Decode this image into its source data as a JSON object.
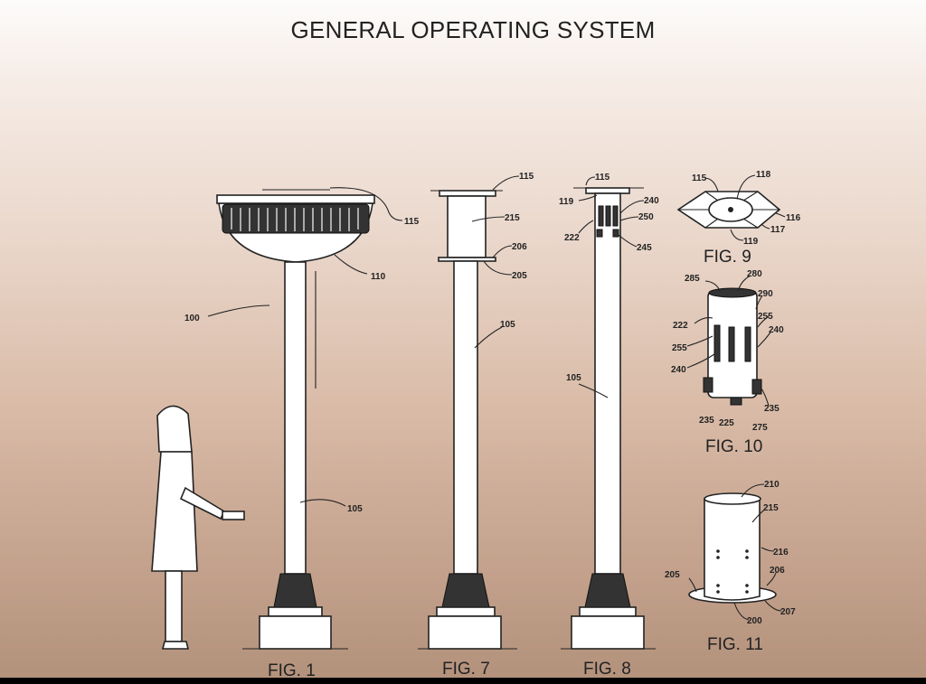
{
  "title": "GENERAL OPERATING SYSTEM",
  "figures": {
    "fig1": {
      "caption": "FIG. 1",
      "labels": [
        "115",
        "110",
        "100",
        "105"
      ]
    },
    "fig7": {
      "caption": "FIG. 7",
      "labels": [
        "115",
        "215",
        "206",
        "205",
        "105"
      ]
    },
    "fig8": {
      "caption": "FIG. 8",
      "labels": [
        "115",
        "119",
        "240",
        "250",
        "222",
        "245",
        "105"
      ]
    },
    "fig9": {
      "caption": "FIG. 9",
      "labels": [
        "115",
        "118",
        "116",
        "117",
        "119"
      ]
    },
    "fig10": {
      "caption": "FIG. 10",
      "labels": [
        "285",
        "280",
        "290",
        "222",
        "255",
        "240",
        "255",
        "240",
        "235",
        "235",
        "225",
        "275"
      ]
    },
    "fig11": {
      "caption": "FIG. 11",
      "labels": [
        "210",
        "215",
        "216",
        "206",
        "205",
        "207",
        "200"
      ]
    }
  }
}
